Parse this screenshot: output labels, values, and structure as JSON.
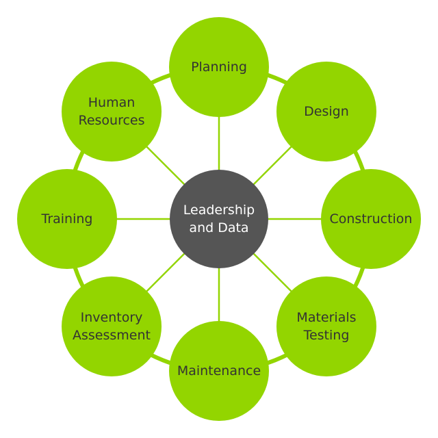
{
  "colors": {
    "node": "#93D500",
    "center": "#555555",
    "node_text": "#333333",
    "center_text": "#FFFFFF"
  },
  "center": {
    "lines": [
      "Leadership",
      "and Data"
    ]
  },
  "nodes": [
    {
      "lines": [
        "Planning"
      ]
    },
    {
      "lines": [
        "Design"
      ]
    },
    {
      "lines": [
        "Construction"
      ]
    },
    {
      "lines": [
        "Materials",
        "Testing"
      ]
    },
    {
      "lines": [
        "Maintenance"
      ]
    },
    {
      "lines": [
        "Inventory",
        "Assessment"
      ]
    },
    {
      "lines": [
        "Training"
      ]
    },
    {
      "lines": [
        "Human",
        "Resources"
      ]
    }
  ]
}
